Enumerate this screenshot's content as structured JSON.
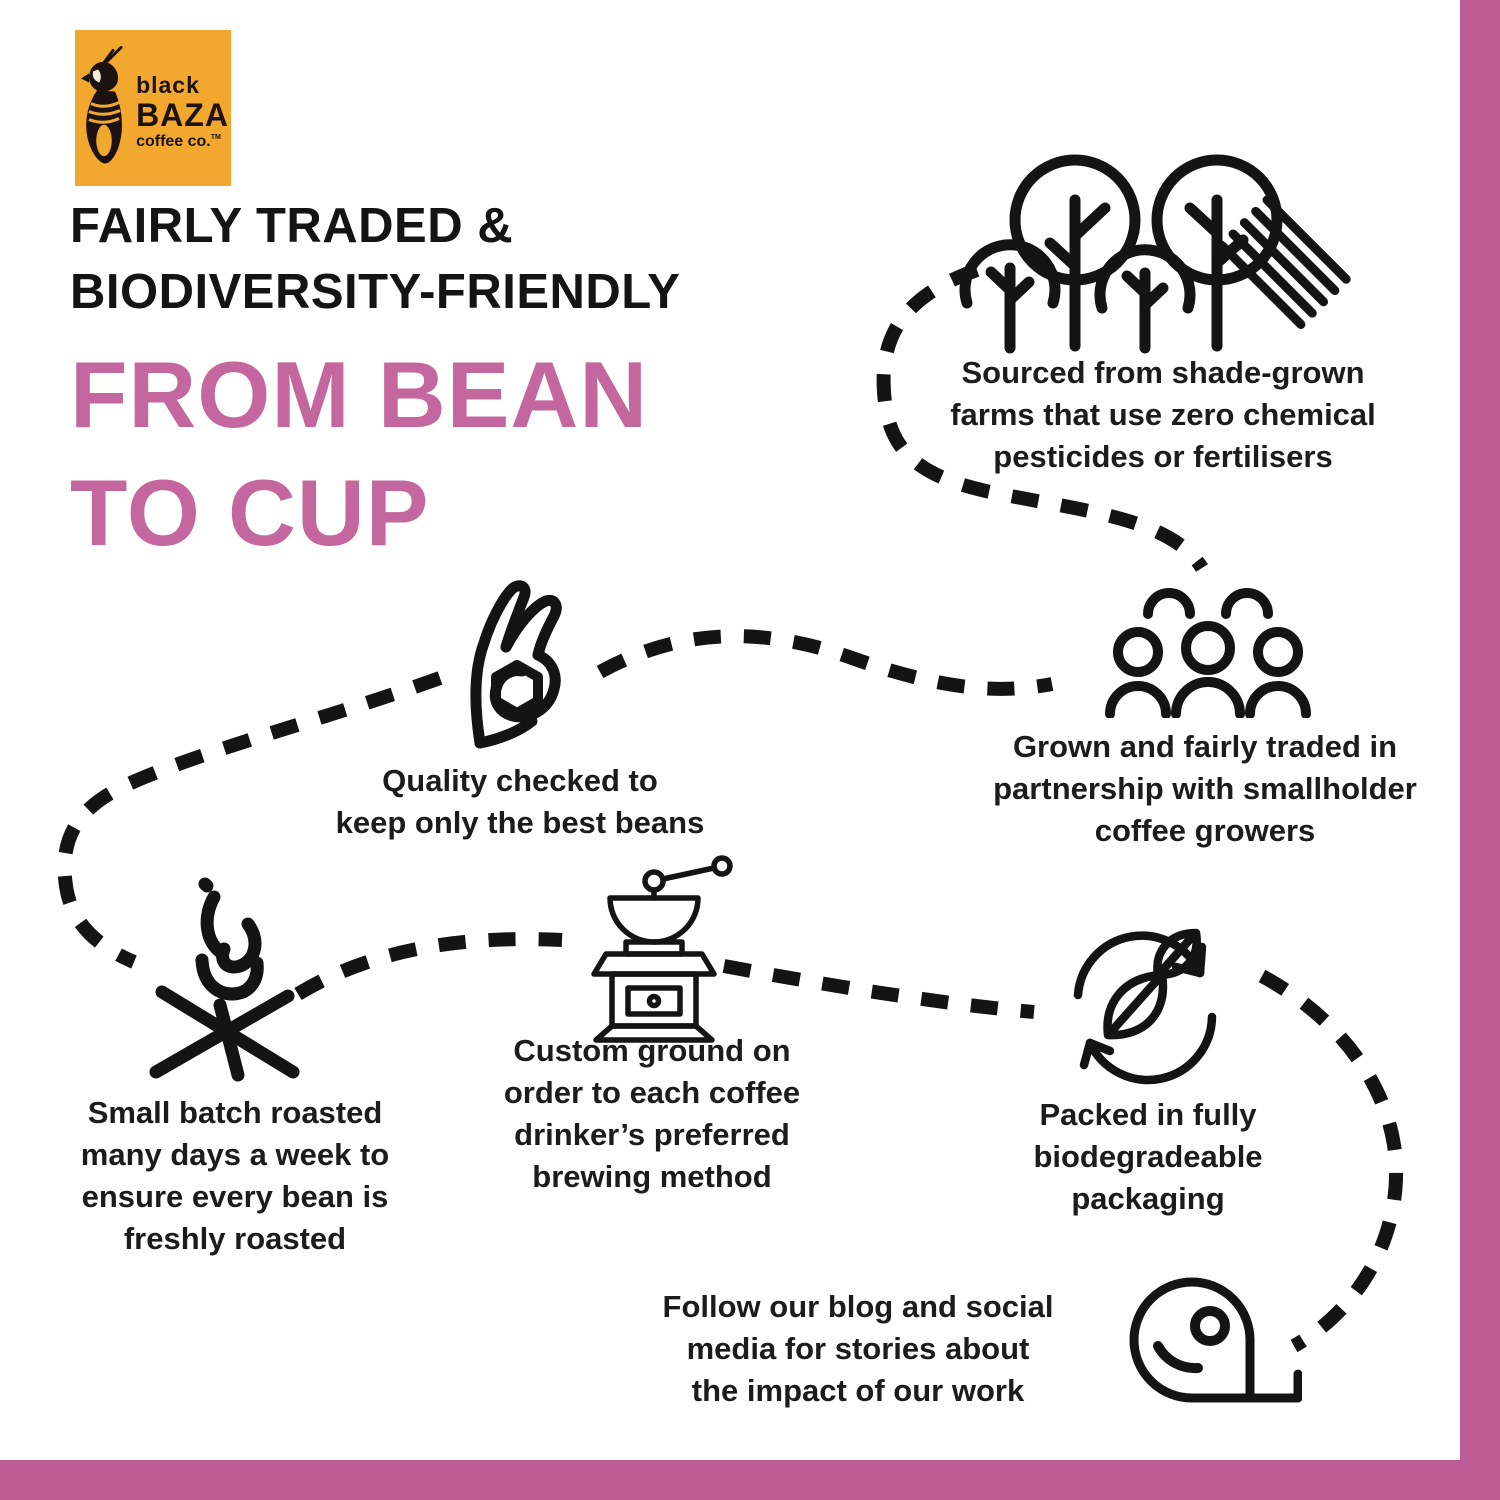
{
  "logo": {
    "brand_line1": "black",
    "brand_line2": "BAZA",
    "brand_line3": "coffee co.",
    "trademark": "TM",
    "bg_color": "#F2A72E",
    "bird_icon": "black-baza-bird-icon"
  },
  "heading": {
    "kicker_line1": "FAIRLY TRADED &",
    "kicker_line2": "BIODIVERSITY-FRIENDLY",
    "title_line1": "FROM BEAN",
    "title_line2": "TO CUP",
    "title_color": "#C4679E"
  },
  "steps": [
    {
      "id": "shade-grown",
      "icon": "trees-icon",
      "lines": [
        "Sourced from shade-grown",
        "farms that use zero chemical",
        "pesticides or fertilisers"
      ]
    },
    {
      "id": "fairly-traded",
      "icon": "people-group-icon",
      "lines": [
        "Grown and fairly traded in",
        "partnership with smallholder",
        "coffee growers"
      ]
    },
    {
      "id": "quality-checked",
      "icon": "ok-hand-bean-icon",
      "lines": [
        "Quality checked to",
        "keep only the best beans"
      ]
    },
    {
      "id": "small-batch-roasted",
      "icon": "campfire-icon",
      "lines": [
        "Small batch roasted",
        "many days a week to",
        "ensure every bean is",
        "freshly roasted"
      ]
    },
    {
      "id": "custom-ground",
      "icon": "coffee-grinder-icon",
      "lines": [
        "Custom ground on",
        "order to each coffee",
        "drinker’s preferred",
        "brewing method"
      ]
    },
    {
      "id": "biodegradable-packaging",
      "icon": "recycle-leaves-icon",
      "lines": [
        "Packed in fully",
        "biodegradeable",
        "packaging"
      ]
    },
    {
      "id": "follow-blog",
      "icon": "measuring-tape-icon",
      "lines": [
        "Follow our blog and social",
        "media for stories about",
        "the impact of our work"
      ]
    }
  ],
  "colors": {
    "accent_pink": "#C4679E",
    "border_pink": "#BE5C95",
    "logo_orange": "#F2A72E",
    "ink": "#141414"
  }
}
